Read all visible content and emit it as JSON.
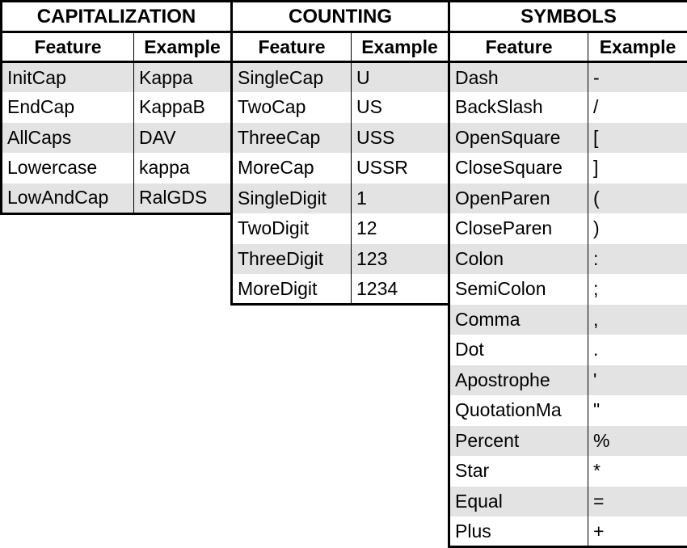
{
  "capitalization": {
    "title": "CAPITALIZATION",
    "headers": [
      "Feature",
      "Example"
    ],
    "rows": [
      [
        "InitCap",
        "Kappa"
      ],
      [
        "EndCap",
        "KappaB"
      ],
      [
        "AllCaps",
        "DAV"
      ],
      [
        "Lowercase",
        "kappa"
      ],
      [
        "LowAndCap",
        "RalGDS"
      ]
    ]
  },
  "counting": {
    "title": "COUNTING",
    "headers": [
      "Feature",
      "Example"
    ],
    "rows": [
      [
        "SingleCap",
        "U"
      ],
      [
        "TwoCap",
        "US"
      ],
      [
        "ThreeCap",
        "USS"
      ],
      [
        "MoreCap",
        "USSR"
      ],
      [
        "SingleDigit",
        "1"
      ],
      [
        "TwoDigit",
        "12"
      ],
      [
        "ThreeDigit",
        "123"
      ],
      [
        "MoreDigit",
        "1234"
      ]
    ]
  },
  "symbols": {
    "title": "SYMBOLS",
    "headers": [
      "Feature",
      "Example"
    ],
    "rows": [
      [
        "Dash",
        "-"
      ],
      [
        "BackSlash",
        "/"
      ],
      [
        "OpenSquare",
        "["
      ],
      [
        "CloseSquare",
        "]"
      ],
      [
        "OpenParen",
        "("
      ],
      [
        "CloseParen",
        ")"
      ],
      [
        "Colon",
        ":"
      ],
      [
        "SemiColon",
        ";"
      ],
      [
        "Comma",
        ","
      ],
      [
        "Dot",
        "."
      ],
      [
        "Apostrophe",
        "'"
      ],
      [
        "QuotationMa",
        "\""
      ],
      [
        "Percent",
        "%"
      ],
      [
        "Star",
        "*"
      ],
      [
        "Equal",
        "="
      ],
      [
        "Plus",
        "+"
      ]
    ]
  }
}
